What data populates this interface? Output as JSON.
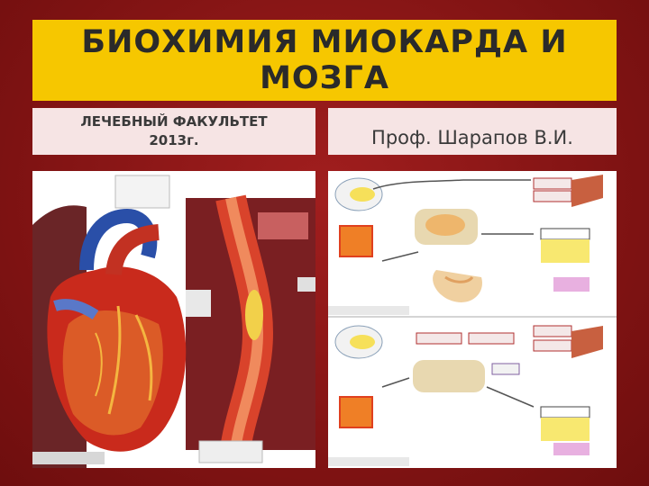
{
  "slide": {
    "title_line1": "БИОХИМИЯ МИОКАРДА И",
    "title_line2": "МОЗГА",
    "faculty": "ЛЕЧЕБНЫЙ ФАКУЛЬТЕТ",
    "year": "2013г.",
    "author": "Проф. Шарапов В.И."
  },
  "colors": {
    "background": "#8a1616",
    "title_box": "#f6c700",
    "subtitle_box": "#f6e4e4"
  },
  "images": {
    "left": "heart-anatomy-illustration",
    "right": "metabolism-flow-diagram"
  }
}
